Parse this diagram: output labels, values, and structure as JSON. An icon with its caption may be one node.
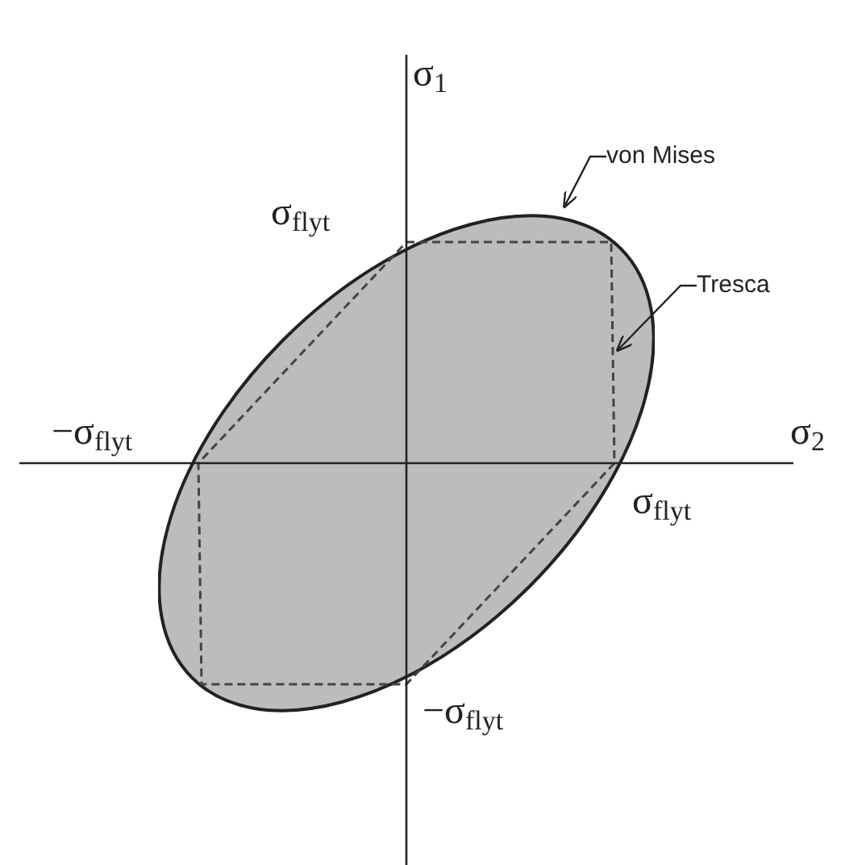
{
  "diagram": {
    "nodes": [
      {
        "text": [
          "von Mises"
        ]
      },
      {
        "text": [
          "Tresca"
        ]
      },
      {
        "text": [],
        "shape": "ellipse"
      },
      {
        "text": [],
        "shape": "hexagon",
        "in": 2
      }
    ],
    "edges": [
      {
        "from": 0,
        "to": 2,
        "arrow": "to"
      },
      {
        "from": 1,
        "to": 3,
        "arrow": "to"
      }
    ],
    "labels": [
      "σ$_{1}$",
      "σ$_{flyt}$",
      "−σ$_{flyt}$",
      "σ$_{2}$",
      "σ$_{flyt}$",
      "−σ$_{flyt}$"
    ]
  }
}
